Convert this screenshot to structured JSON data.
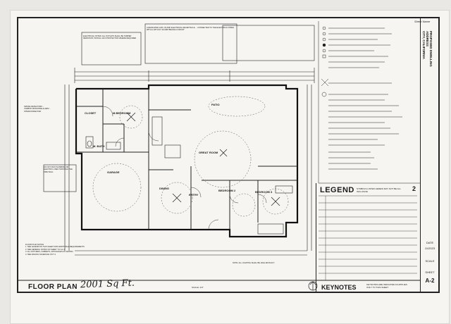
{
  "sheet": {
    "floor_plan_title": "FLOOR PLAN",
    "handwritten_area": "2001 Sq Ft.",
    "keynotes_title": "KEYNOTES",
    "keynotes_sub": "KEYNOTES ARE INDICATED AS APPLIES ONLY TO THIS SHEET",
    "legend_title": "LEGEND",
    "legend_note": "SYMBOLS LISTED HEREIN MAY NOT BE ALL INCLUSIVE",
    "legend_sheet_num": "2",
    "scale_text": "SCALE: 1/4\"",
    "corner_name": "Sheet Name"
  },
  "title_block": {
    "project_lines": [
      "PROPOSED DWELLING",
      "ADDRESS",
      "CITY, CALIFORNIA"
    ],
    "date_label": "DATE",
    "date_value": "11/2023",
    "scale_label": "SCALE",
    "sheet_label": "SHEET",
    "sheet_value": "A-2"
  },
  "rooms": {
    "closet": "CLOSET",
    "m_bedroom": "M.BEDROOM",
    "m_bath": "M. BATH",
    "patio": "PATIO",
    "great_room": "GREAT ROOM",
    "garage": "GARAGE",
    "dining": "DINING",
    "entry": "ENTRY",
    "bedroom2": "BEDROOM 2",
    "bedroom3": "BEDROOM 3"
  },
  "notes": {
    "floor_plan_notes": "FLOOR PLAN NOTES\n1. SEE LEGEND ON THIS SHEET FOR ADDITIONAL REQUIREMENTS\n2. SEE GENERAL NOTES ON SHEET T-0 & A-1\n3. ALL FIXTURES, CABINETS, APPLIANCES AS SHOWN\n4. SEE RAILING SCHEDULE ON T-1",
    "top_note_center": "A DEDICATED 120V, 20 AMP ELECTRICAL RECEPTACLE ... CONNECTED TO THE ELECTRICAL PANEL WITH A 125 VOLT 20 AMP BRANCH CIRCUIT",
    "top_note_left": "ELECTRICAL NOTES: ALL OUTLETS SHALL BE TAMPER RESISTANT, INSTALL GFCI PROTECTION WHERE REQUIRED",
    "left_note": "SMOKE DETECTORS ... CARBON MONOXIDE ALARM ... INTERCONNECTED",
    "bottom_note": "NOTE: ALL LIGHTING SHALL BE HIGH EFFICACY",
    "garage_note": "DO NOT RUN PLUMBING OR ELECTRIC LINES THROUGH THE FIRE WALL"
  }
}
